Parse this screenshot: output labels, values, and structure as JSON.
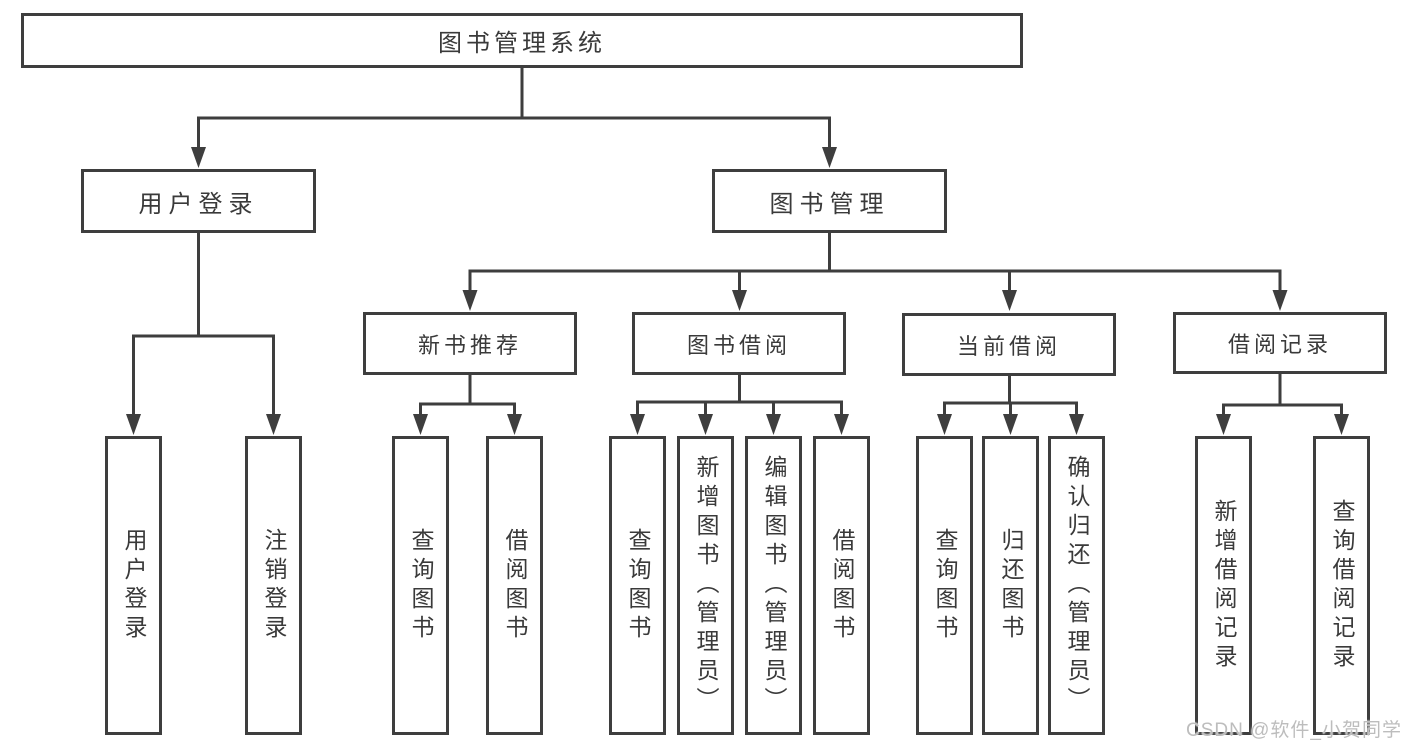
{
  "tree": {
    "root": {
      "label": "图书管理系统",
      "children": [
        {
          "label": "用户登录",
          "children": [
            {
              "label": "用户登录"
            },
            {
              "label": "注销登录"
            }
          ]
        },
        {
          "label": "图书管理",
          "children": [
            {
              "label": "新书推荐",
              "children": [
                {
                  "label": "查询图书"
                },
                {
                  "label": "借阅图书"
                }
              ]
            },
            {
              "label": "图书借阅",
              "children": [
                {
                  "label": "查询图书"
                },
                {
                  "label": "新增图书（管理员）"
                },
                {
                  "label": "编辑图书（管理员）"
                },
                {
                  "label": "借阅图书"
                }
              ]
            },
            {
              "label": "当前借阅",
              "children": [
                {
                  "label": "查询图书"
                },
                {
                  "label": "归还图书"
                },
                {
                  "label": "确认归还（管理员）"
                }
              ]
            },
            {
              "label": "借阅记录",
              "children": [
                {
                  "label": "新增借阅记录"
                },
                {
                  "label": "查询借阅记录"
                }
              ]
            }
          ]
        }
      ]
    }
  },
  "watermark": {
    "text": "CSDN @软件_小贺同学"
  },
  "colors": {
    "line": "#3e3e3e",
    "box_border": "#3e3e3e",
    "text": "#3a3a3a",
    "background": "#ffffff",
    "watermark": "#bdbdbd"
  }
}
